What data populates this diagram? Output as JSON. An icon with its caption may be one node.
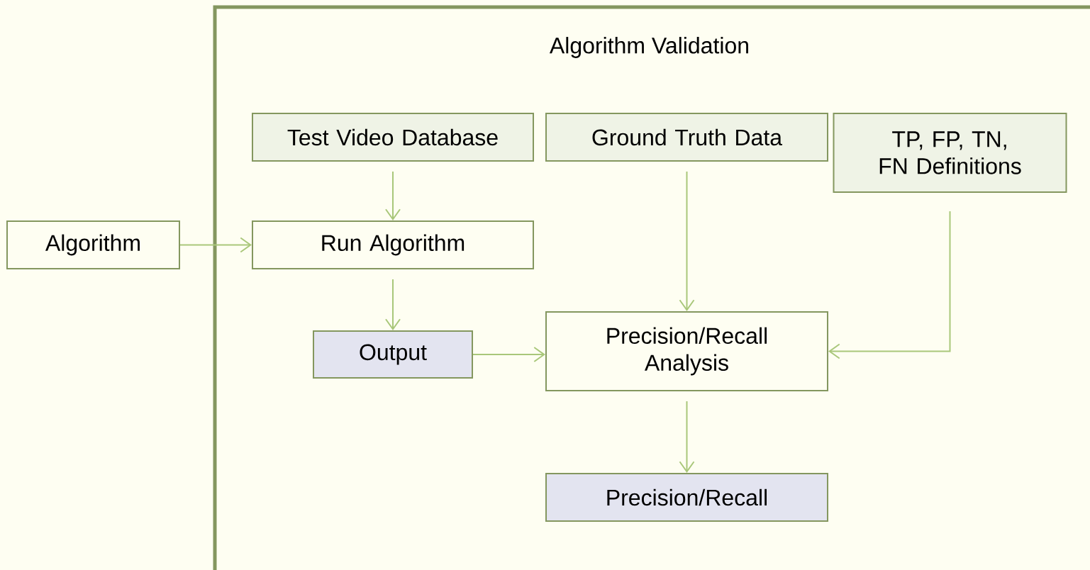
{
  "diagram": {
    "nodes": [
      {
        "text": [
          "Algorithm"
        ]
      },
      {
        "text": [
          "Algorithm Validation"
        ]
      },
      {
        "text": [
          "Test Video Database"
        ],
        "in": 1
      },
      {
        "text": [
          "Ground Truth Data"
        ],
        "in": 1
      },
      {
        "text": [
          "TP, FP, TN, FN Definitions"
        ],
        "in": 1
      },
      {
        "text": [
          "Run Algorithm"
        ],
        "in": 1
      },
      {
        "text": [
          "Output"
        ],
        "in": 1
      },
      {
        "text": [
          "Precision/Recall Analysis"
        ],
        "in": 1
      },
      {
        "text": [
          "Precision/Recall"
        ],
        "in": 1
      }
    ],
    "edges": [
      {
        "from": 0,
        "to": 5,
        "arrow": "to"
      },
      {
        "from": 2,
        "to": 5,
        "arrow": "to"
      },
      {
        "from": 5,
        "to": 6,
        "arrow": "to"
      },
      {
        "from": 3,
        "to": 7,
        "arrow": "to"
      },
      {
        "from": 6,
        "to": 7,
        "arrow": "to"
      },
      {
        "from": 4,
        "to": 7,
        "arrow": "to"
      },
      {
        "from": 7,
        "to": 8,
        "arrow": "to"
      }
    ]
  }
}
